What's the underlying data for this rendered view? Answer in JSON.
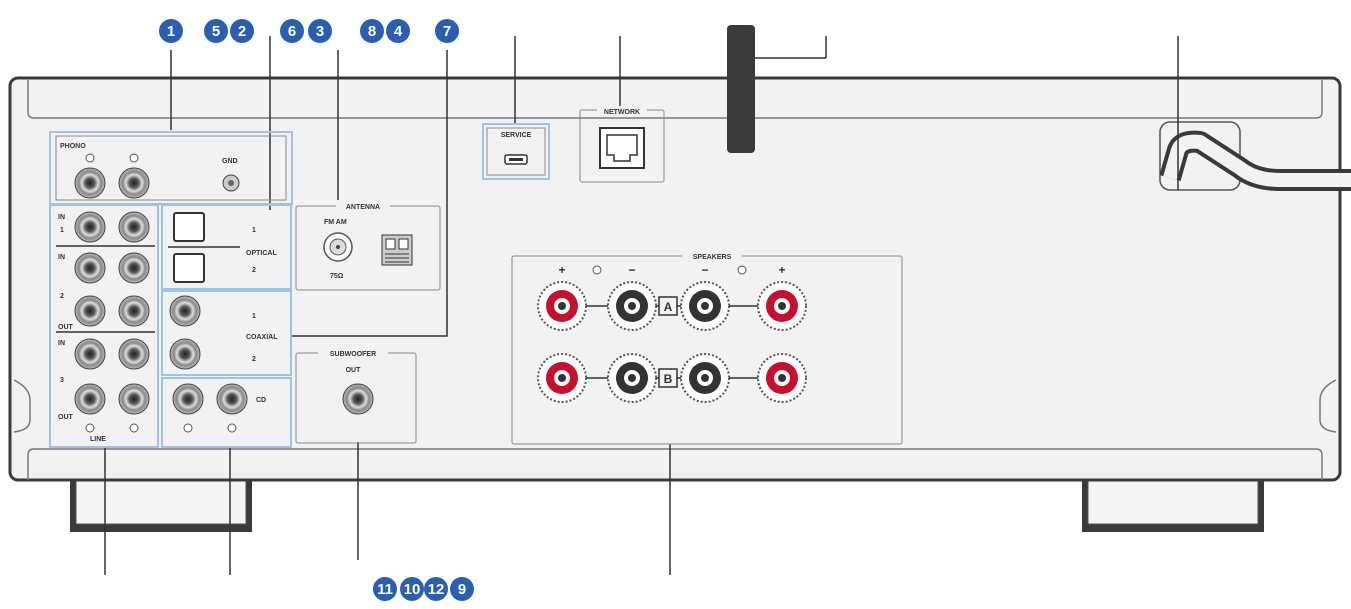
{
  "callouts": {
    "top": [
      "1",
      "5",
      "2",
      "6",
      "3",
      "8",
      "4",
      "7"
    ],
    "bottom": [
      "11",
      "10",
      "12",
      "9"
    ]
  },
  "labels": {
    "phono": "PHONO",
    "gnd": "GND",
    "antenna": "ANTENNA",
    "fm_am": "FM AM",
    "ohm": "75Ω",
    "optical": "OPTICAL",
    "coaxial": "COAXIAL",
    "service": "SERVICE",
    "network": "NETWORK",
    "speakers": "SPEAKERS",
    "speaker_a": "A",
    "speaker_b": "B",
    "subwoofer": "SUBWOOFER",
    "out": "OUT",
    "cd": "CD",
    "line": "LINE",
    "in": "IN",
    "n1": "1",
    "n2": "2",
    "n3": "3",
    "plus": "+",
    "minus": "−"
  },
  "colors": {
    "callout": "#2a5fb0",
    "highlight": "#9ec3e8",
    "panel": "#f2f2f2",
    "terminal_red": "#c8102e",
    "foot": "#3a3a3a"
  }
}
